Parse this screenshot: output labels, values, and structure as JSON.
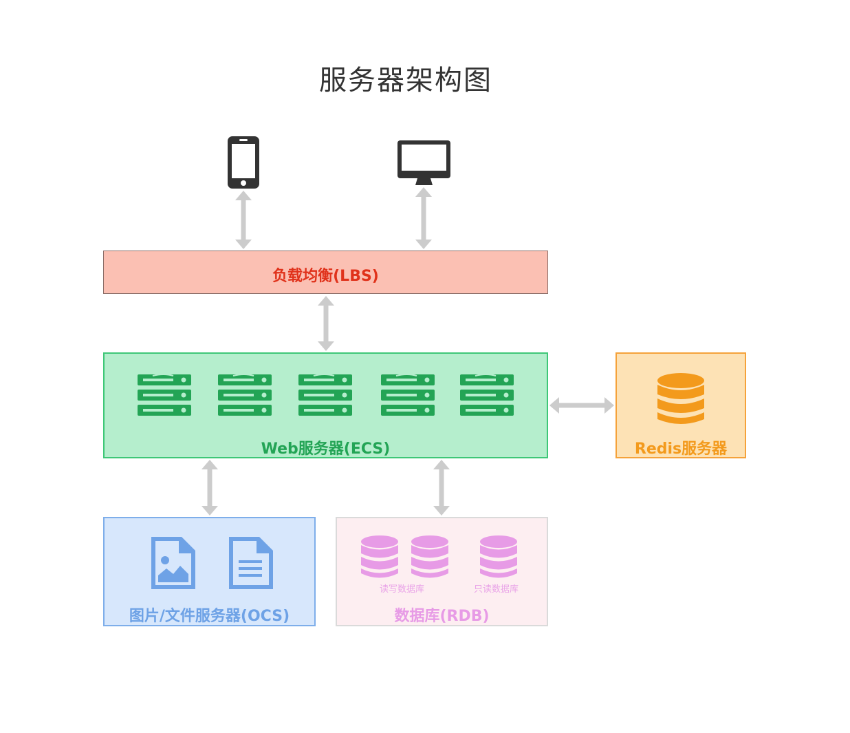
{
  "title": "服务器架构图",
  "nodes": {
    "lbs": {
      "label": "负载均衡(LBS)"
    },
    "ecs": {
      "label": "Web服务器(ECS)"
    },
    "redis": {
      "label": "Redis服务器"
    },
    "ocs": {
      "label": "图片/文件服务器(OCS)"
    },
    "rdb": {
      "label": "数据库(RDB)",
      "rw_label": "读写数据库",
      "ro_label": "只读数据库"
    }
  },
  "icons": {
    "clients": [
      "phone-icon",
      "monitor-icon"
    ],
    "ecs": [
      "server-icon",
      "server-icon",
      "server-icon",
      "server-icon",
      "server-icon"
    ],
    "redis": [
      "database-icon"
    ],
    "ocs": [
      "image-file-icon",
      "document-file-icon"
    ],
    "rdb": [
      "database-icon",
      "database-icon",
      "database-icon"
    ]
  },
  "connectors": [
    "phone-lbs",
    "monitor-lbs",
    "lbs-ecs",
    "ecs-redis",
    "ecs-ocs",
    "ecs-rdb"
  ],
  "colors": {
    "lbs_fill": "#fbc0b3",
    "lbs_text": "#e0321b",
    "ecs_fill": "#b5eecd",
    "ecs_accent": "#23a455",
    "redis_fill": "#fde2b5",
    "redis_accent": "#f39a1c",
    "ocs_fill": "#d7e7fc",
    "ocs_accent": "#6ea2e6",
    "rdb_fill": "#fdeef1",
    "rdb_accent": "#e79be6",
    "arrow": "#cccccc",
    "device": "#333333"
  }
}
